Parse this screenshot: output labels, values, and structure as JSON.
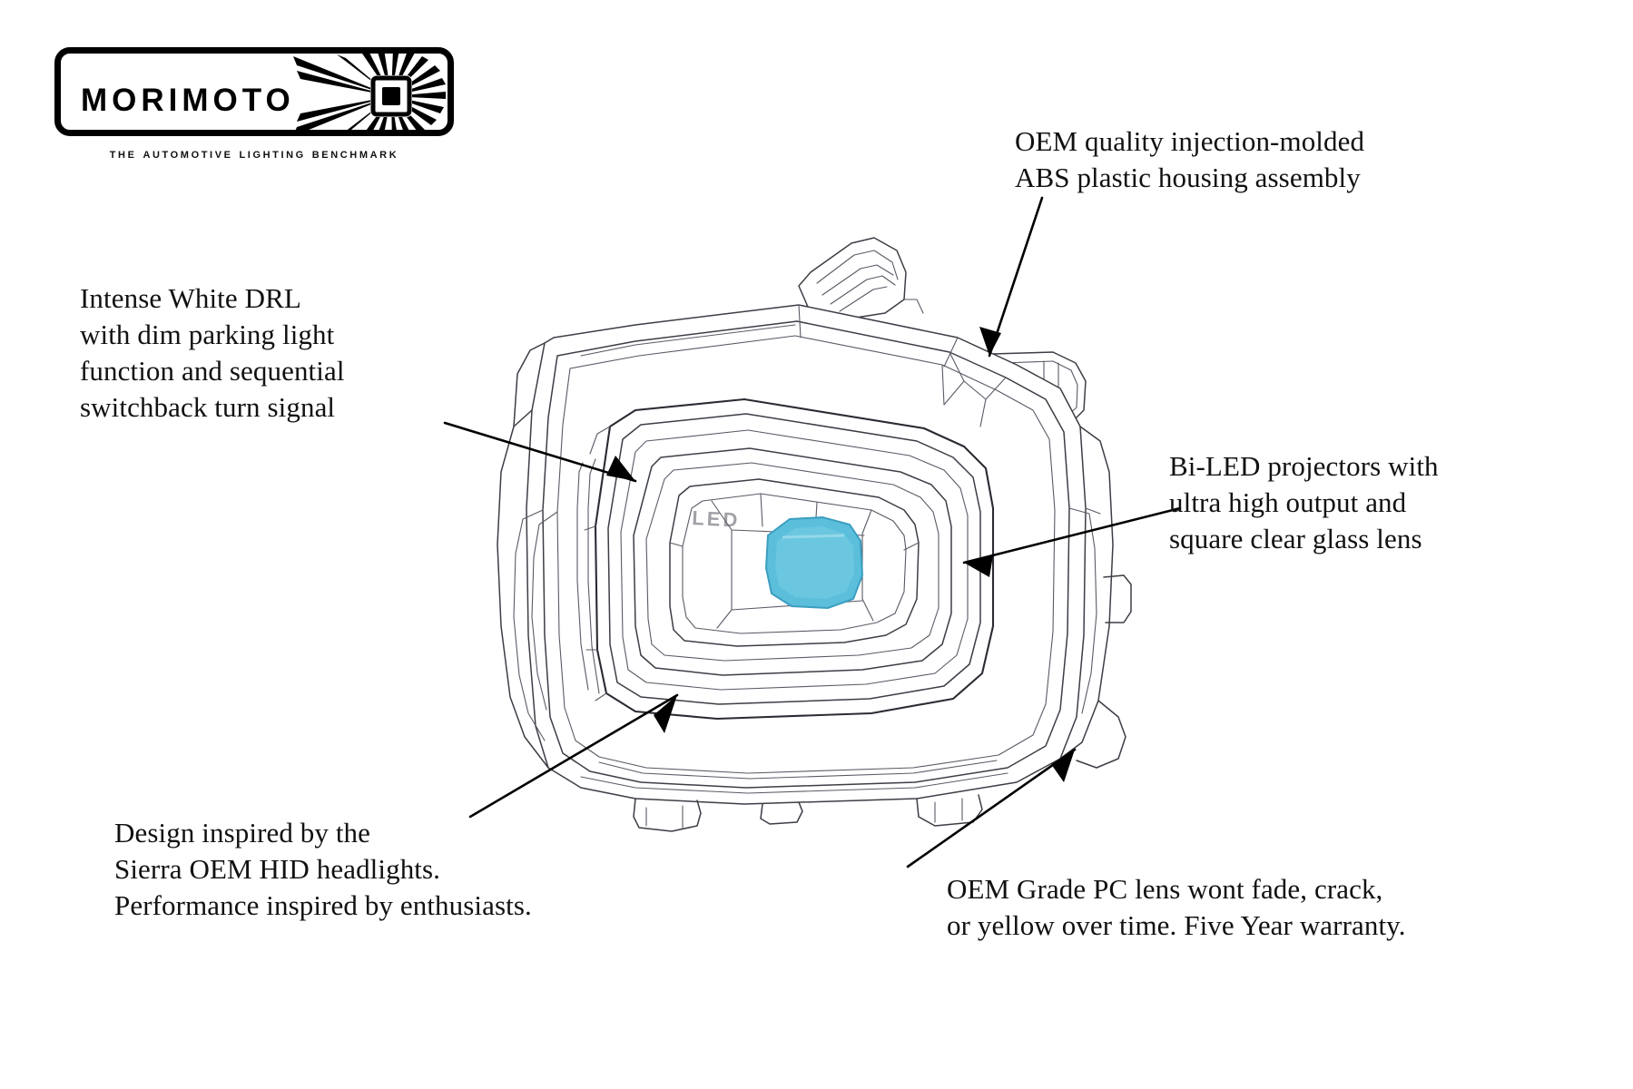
{
  "brand": {
    "wordmark": "Morimoto",
    "tagline": "The Automotive Lighting Benchmark",
    "logo_icon": "sunburst-led-icon",
    "frame_color": "#000000"
  },
  "product": {
    "subject": "LED headlight assembly line drawing",
    "projector_lens_color": "#5bbfdc",
    "line_color": "#3d3d46",
    "bezel_label": "LED"
  },
  "annotations": [
    {
      "id": "housing",
      "name": "annotation-housing",
      "text": "OEM quality injection-molded\nABS plastic housing assembly"
    },
    {
      "id": "drl",
      "name": "annotation-drl",
      "text": "Intense White DRL\nwith dim parking light\nfunction and sequential\nswitchback turn signal"
    },
    {
      "id": "projector",
      "name": "annotation-projector",
      "text": "Bi-LED projectors with\nultra high output and\nsquare clear glass lens"
    },
    {
      "id": "design",
      "name": "annotation-design",
      "text": "Design inspired by the\nSierra OEM HID headlights.\nPerformance inspired by enthusiasts."
    },
    {
      "id": "pc_lens",
      "name": "annotation-pc-lens",
      "text": "OEM Grade PC lens wont fade, crack,\nor yellow over time. Five Year warranty."
    }
  ]
}
